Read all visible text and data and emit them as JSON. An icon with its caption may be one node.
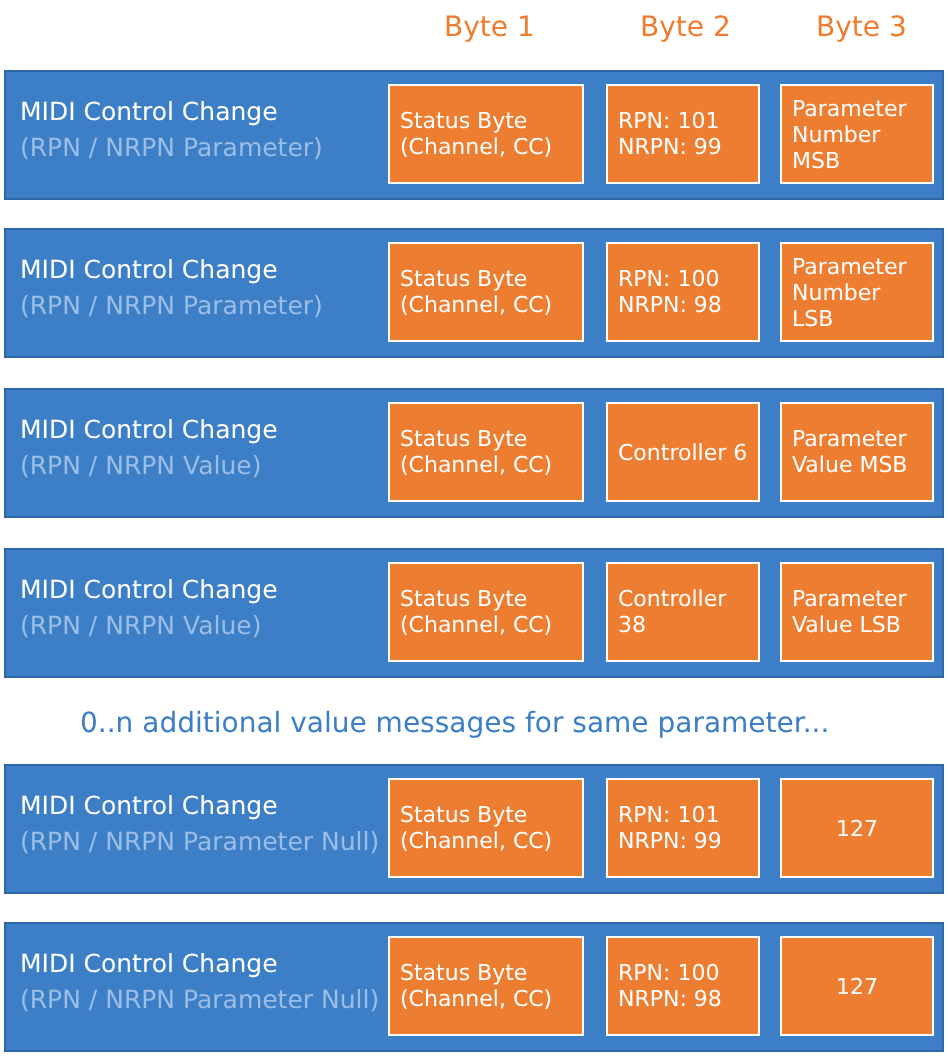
{
  "diagram": {
    "nodes": [
      {
        "text": [
          "MIDI Control Change",
          "(RPN / NRPN Parameter)"
        ]
      },
      {
        "text": [
          "Status Byte (Channel, CC)"
        ],
        "in": 0
      },
      {
        "text": [
          "RPN: 101 NRPN: 99"
        ],
        "in": 0
      },
      {
        "text": [
          "Parameter Number MSB"
        ],
        "in": 0
      },
      {
        "text": [
          "MIDI Control Change",
          "(RPN / NRPN Parameter)"
        ]
      },
      {
        "text": [
          "Status Byte (Channel, CC)"
        ],
        "in": 4
      },
      {
        "text": [
          "RPN: 100 NRPN: 98"
        ],
        "in": 4
      },
      {
        "text": [
          "Parameter Number LSB"
        ],
        "in": 4
      },
      {
        "text": [
          "MIDI Control Change",
          "(RPN / NRPN Value)"
        ]
      },
      {
        "text": [
          "Status Byte (Channel, CC)"
        ],
        "in": 8
      },
      {
        "text": [
          "Controller 6"
        ],
        "in": 8
      },
      {
        "text": [
          "Parameter Value MSB"
        ],
        "in": 8
      },
      {
        "text": [
          "MIDI Control Change",
          "(RPN / NRPN Value)"
        ]
      },
      {
        "text": [
          "Status Byte (Channel, CC)"
        ],
        "in": 12
      },
      {
        "text": [
          "Controller 38"
        ],
        "in": 12
      },
      {
        "text": [
          "Parameter Value LSB"
        ],
        "in": 12
      },
      {
        "text": [
          "MIDI Control Change",
          "(RPN / NRPN Parameter Null)"
        ]
      },
      {
        "text": [
          "Status Byte (Channel, CC)"
        ],
        "in": 16
      },
      {
        "text": [
          "RPN: 101 NRPN: 99"
        ],
        "in": 16
      },
      {
        "text": [
          "127"
        ],
        "in": 16
      },
      {
        "text": [
          "MIDI Control Change",
          "(RPN / NRPN Parameter Null)"
        ]
      },
      {
        "text": [
          "Status Byte (Channel, CC)"
        ],
        "in": 20
      },
      {
        "text": [
          "RPN: 100 NRPN: 98"
        ],
        "in": 20
      },
      {
        "text": [
          "127"
        ],
        "in": 20
      }
    ],
    "labels": [
      "Byte 1",
      "Byte 2",
      "Byte 3",
      "0..n additional value messages for same parameter..."
    ]
  }
}
